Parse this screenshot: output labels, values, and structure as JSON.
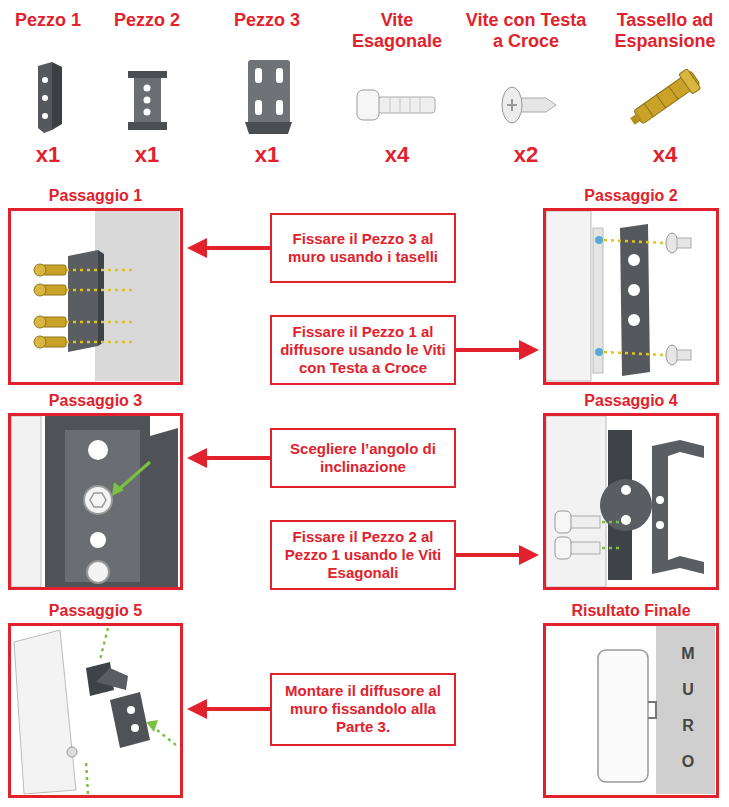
{
  "diagram": {
    "nodes": [
      {
        "text": [
          "Passaggio 1"
        ]
      },
      {
        "text": [
          "Fissare il Pezzo 3 al muro usando i taselli"
        ]
      },
      {
        "text": [
          "Passaggio 2"
        ]
      },
      {
        "text": [
          "Fissare il Pezzo 1 al diffusore usando le Viti con Testa a Croce"
        ]
      },
      {
        "text": [
          "Passaggio 3"
        ]
      },
      {
        "text": [
          "Scegliere l’angolo di inclinazione"
        ]
      },
      {
        "text": [
          "Passaggio 4"
        ]
      },
      {
        "text": [
          "Fissare il Pezzo 2 al Pezzo 1 usando le Viti Esagonali"
        ]
      },
      {
        "text": [
          "Passaggio 5"
        ]
      },
      {
        "text": [
          "Montare il diffusore al muro fissandolo alla Parte 3."
        ]
      },
      {
        "text": [
          "Risultato Finale"
        ]
      }
    ],
    "edges": [
      {
        "from": 1,
        "to": 0,
        "arrow": "to"
      },
      {
        "from": 3,
        "to": 2,
        "arrow": "to"
      },
      {
        "from": 5,
        "to": 4,
        "arrow": "to"
      },
      {
        "from": 7,
        "to": 6,
        "arrow": "to"
      },
      {
        "from": 9,
        "to": 8,
        "arrow": "to"
      }
    ],
    "labels": [
      "Pezzo 1",
      "Pezzo 2",
      "Pezzo 3",
      "Vite Esagonale",
      "Vite con Testa a Croce",
      "Tassello ad Espansione",
      "x1",
      "x1",
      "x1",
      "x4",
      "x2",
      "x4",
      "M U R O"
    ]
  }
}
